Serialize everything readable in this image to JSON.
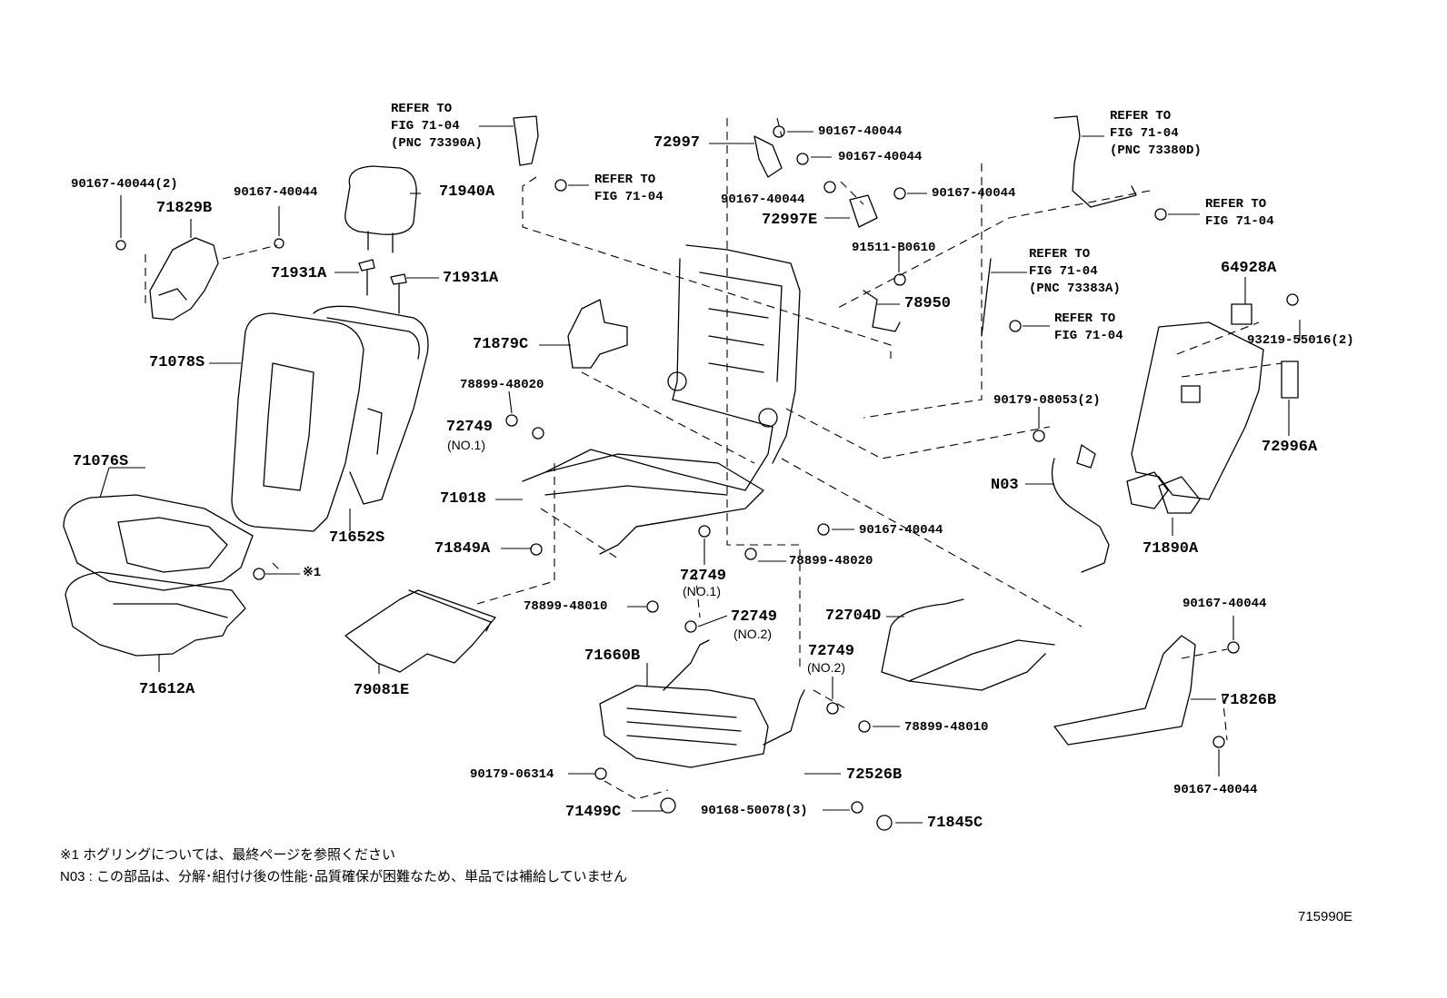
{
  "diagram": {
    "parts": {
      "p71940A": "71940A",
      "p71829B": "71829B",
      "p90167_40044_2": "90167-40044(2)",
      "p90167_40044_a": "90167-40044",
      "p71931A_l": "71931A",
      "p71931A_r": "71931A",
      "p71078S": "71078S",
      "p71076S": "71076S",
      "p71652S": "71652S",
      "p71612A": "71612A",
      "pMark1": "※1",
      "p72997": "72997",
      "p90167_40044_b": "90167-40044",
      "p90167_40044_c": "90167-40044",
      "p90167_40044_d": "90167-40044",
      "p90167_40044_e": "90167-40044",
      "p72997E": "72997E",
      "p91511_B0610": "91511-B0610",
      "p78950": "78950",
      "p71879C": "71879C",
      "p78899_48020_a": "78899-48020",
      "p72749_a": "72749",
      "p72749_a_no": "(NO.1)",
      "p71018": "71018",
      "p71849A": "71849A",
      "p79081E": "79081E",
      "p72749_b": "72749",
      "p72749_b_no": "(NO.1)",
      "p78899_48020_b": "78899-48020",
      "p90167_40044_f": "90167-40044",
      "p78899_48010_a": "78899-48010",
      "p72749_c": "72749",
      "p72749_c_no": "(NO.2)",
      "p71660B": "71660B",
      "p72704D": "72704D",
      "p72749_d": "72749",
      "p72749_d_no": "(NO.2)",
      "p78899_48010_b": "78899-48010",
      "p90179_06314": "90179-06314",
      "p72526B": "72526B",
      "p71499C": "71499C",
      "p90168_50078": "90168-50078(3)",
      "p71845C": "71845C",
      "p64928A": "64928A",
      "p93219_55016": "93219-55016(2)",
      "p72996A": "72996A",
      "p90179_08053": "90179-08053(2)",
      "pN03": "N03",
      "p71890A": "71890A",
      "p90167_40044_g": "90167-40044",
      "p71826B": "71826B",
      "p90167_40044_h": "90167-40044"
    },
    "refs": {
      "ref_top_left": "REFER TO\nFIG 71-04\n(PNC 73390A)",
      "ref_mid_left": "REFER TO\nFIG 71-04",
      "ref_top_right": "REFER TO\nFIG 71-04\n(PNC 73380D)",
      "ref_right": "REFER TO\nFIG 71-04",
      "ref_center_a": "REFER TO\nFIG 71-04\n(PNC 73383A)",
      "ref_center_b": "REFER TO\nFIG 71-04"
    },
    "notes": {
      "note1": "※1  ホグリングについては、最終ページを参照ください",
      "note2": "N03 : この部品は、分解･組付け後の性能･品質確保が困難なため、単品では補給していません"
    },
    "figure_id": "715990E"
  }
}
